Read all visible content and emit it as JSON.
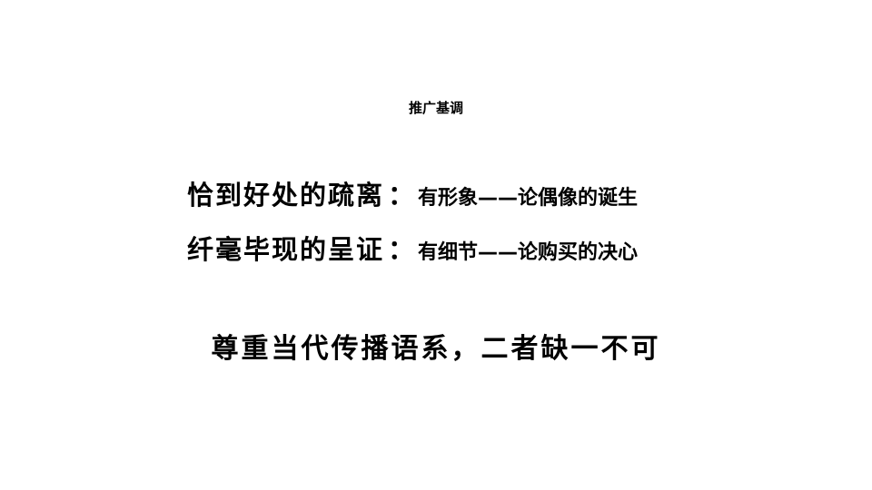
{
  "slide": {
    "title": "推广基调",
    "points": [
      {
        "headline": "恰到好处的疏离",
        "colon": "：",
        "detail": "有形象——论偶像的诞生"
      },
      {
        "headline": "纤毫毕现的呈证",
        "colon": "：",
        "detail": "有细节——论购买的决心"
      }
    ],
    "conclusion": "尊重当代传播语系，二者缺一不可"
  }
}
